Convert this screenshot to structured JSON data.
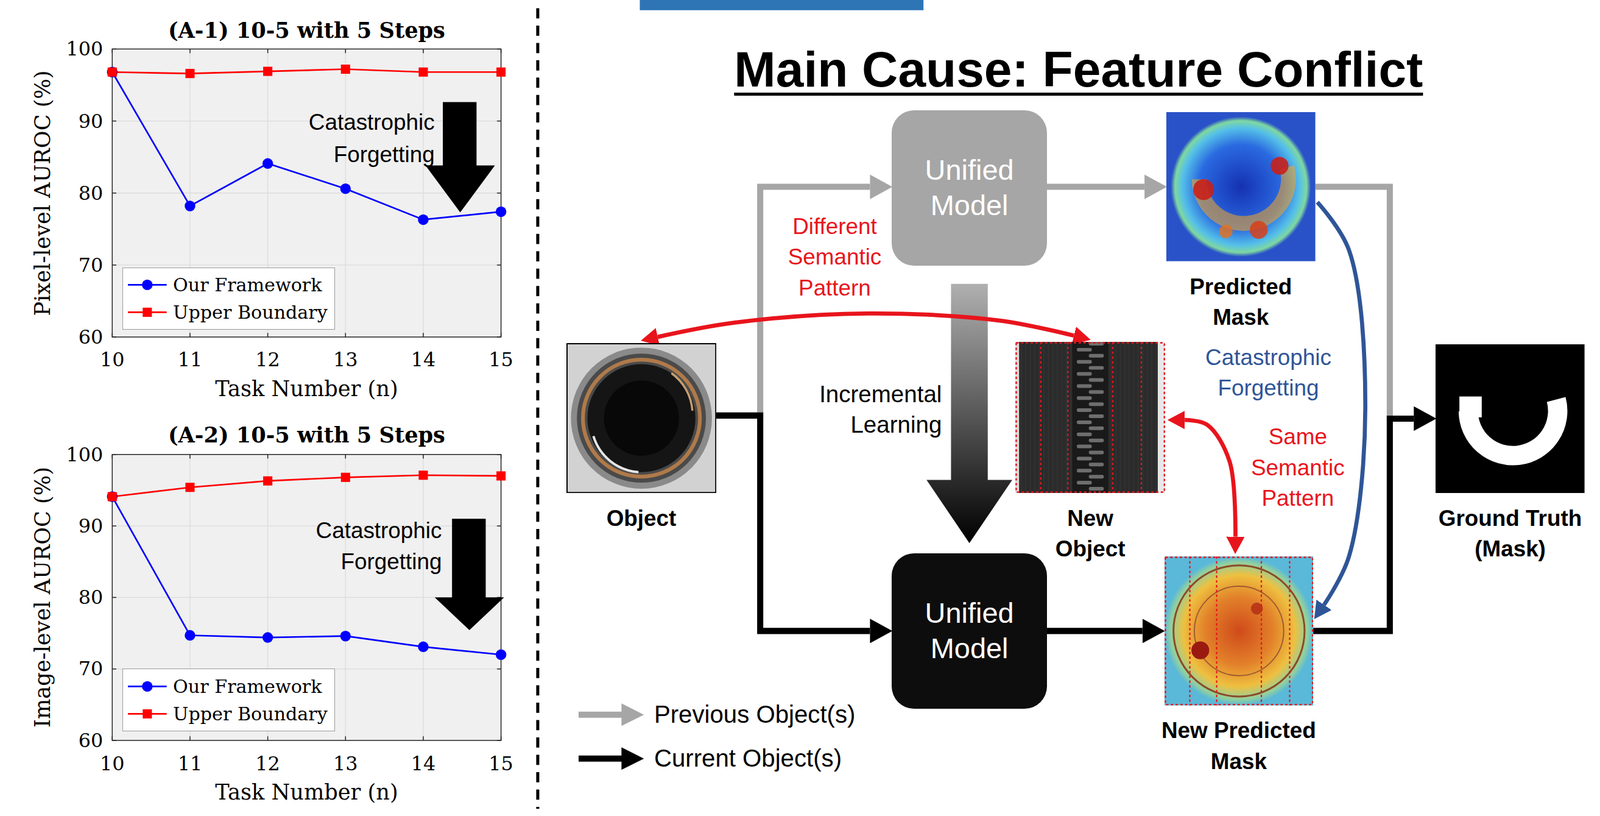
{
  "diagram": {
    "title": "Main Cause: Feature Conflict",
    "nodes": [
      {
        "text": [
          "Unified Model"
        ]
      },
      {
        "text": [
          "Predicted Mask"
        ]
      },
      {
        "text": [
          "Object"
        ]
      },
      {
        "text": [
          "New Object"
        ]
      },
      {
        "text": [
          "Unified Model"
        ]
      },
      {
        "text": [
          "New Predicted Mask"
        ]
      },
      {
        "text": [
          "Ground Truth (Mask)"
        ]
      }
    ],
    "edges": [
      {
        "from": 2,
        "to": 0,
        "arrow": "to"
      },
      {
        "from": 0,
        "to": 1,
        "arrow": "to"
      },
      {
        "from": 1,
        "to": 6,
        "arrow": "to"
      },
      {
        "from": 2,
        "to": 4,
        "arrow": "to"
      },
      {
        "from": 4,
        "to": 5,
        "arrow": "to"
      },
      {
        "from": 0,
        "to": 4,
        "label": "Incremental Learning",
        "arrow": "to"
      },
      {
        "from": 5,
        "to": 6,
        "arrow": "to"
      },
      {
        "from": 2,
        "to": 3,
        "label": "Different Semantic Pattern",
        "arrow": "both"
      },
      {
        "from": 3,
        "to": 5,
        "label": "Same Semantic Pattern",
        "arrow": "both"
      },
      {
        "from": 1,
        "to": 5,
        "label": "Catastrophic Forgetting",
        "arrow": "to"
      }
    ],
    "labels": [
      "(A-1) 10-5 with 5 Steps",
      "Pixel-level AUROC (%)",
      "100",
      "90",
      "80",
      "70",
      "60",
      "10",
      "11",
      "12",
      "13",
      "14",
      "15",
      "Task Number (n)",
      "Catastrophic Forgetting",
      "(A-2) 10-5 with 5 Steps",
      "Image-level AUROC (%)",
      "100",
      "90",
      "80",
      "70",
      "60",
      "10",
      "11",
      "12",
      "13",
      "14",
      "15",
      "Task Number (n)",
      "Catastrophic Forgetting"
    ],
    "legend": [
      {
        "text": "Our Framework"
      },
      {
        "text": "Upper Boundary"
      },
      {
        "text": "Our Framework"
      },
      {
        "text": "Upper Boundary"
      },
      {
        "text": "Previous Object(s)"
      },
      {
        "text": "Current Object(s)"
      }
    ]
  }
}
